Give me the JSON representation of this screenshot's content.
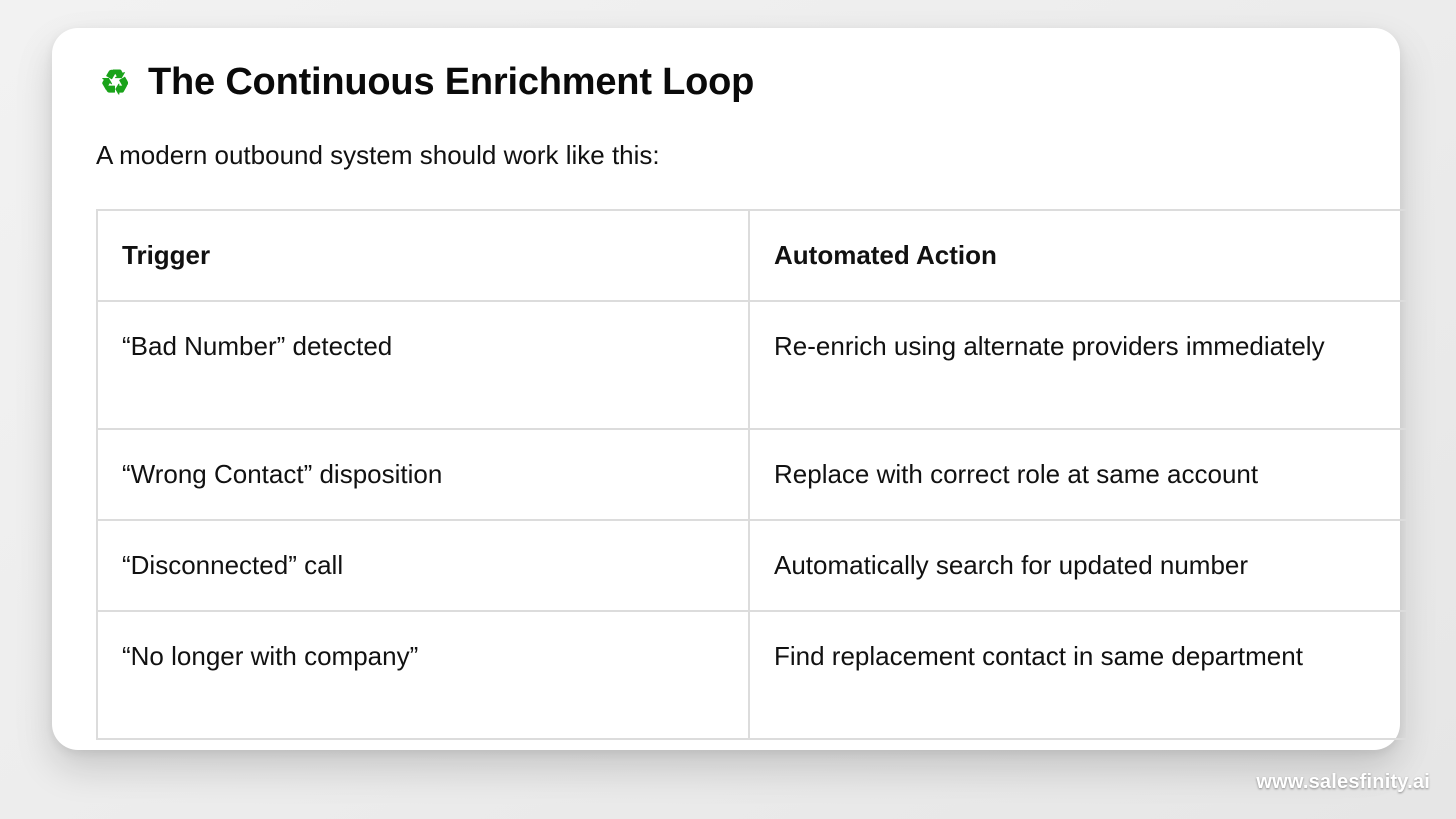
{
  "card": {
    "icon": "recycling-symbol",
    "icon_glyph": "♻",
    "icon_color": "#1aa31a",
    "title": "The Continuous Enrichment Loop",
    "intro": "A modern outbound system should work like this:",
    "table": {
      "headers": [
        "Trigger",
        "Automated Action"
      ],
      "rows": [
        {
          "trigger": "“Bad Number” detected",
          "action": "Re-enrich using alternate providers immediately"
        },
        {
          "trigger": "“Wrong Contact” disposition",
          "action": "Replace with correct role at same account"
        },
        {
          "trigger": "“Disconnected” call",
          "action": "Automatically search for updated number"
        },
        {
          "trigger": "“No longer with company”",
          "action": "Find replacement contact in same department"
        }
      ]
    }
  },
  "footer": {
    "watermark": "www.salesfinity.ai"
  },
  "colors": {
    "page_background": "#ededed",
    "card_background": "#ffffff",
    "text": "#111111",
    "title": "#0a0a0a",
    "table_border": "#dcdcdc",
    "accent_green": "#1aa31a"
  }
}
